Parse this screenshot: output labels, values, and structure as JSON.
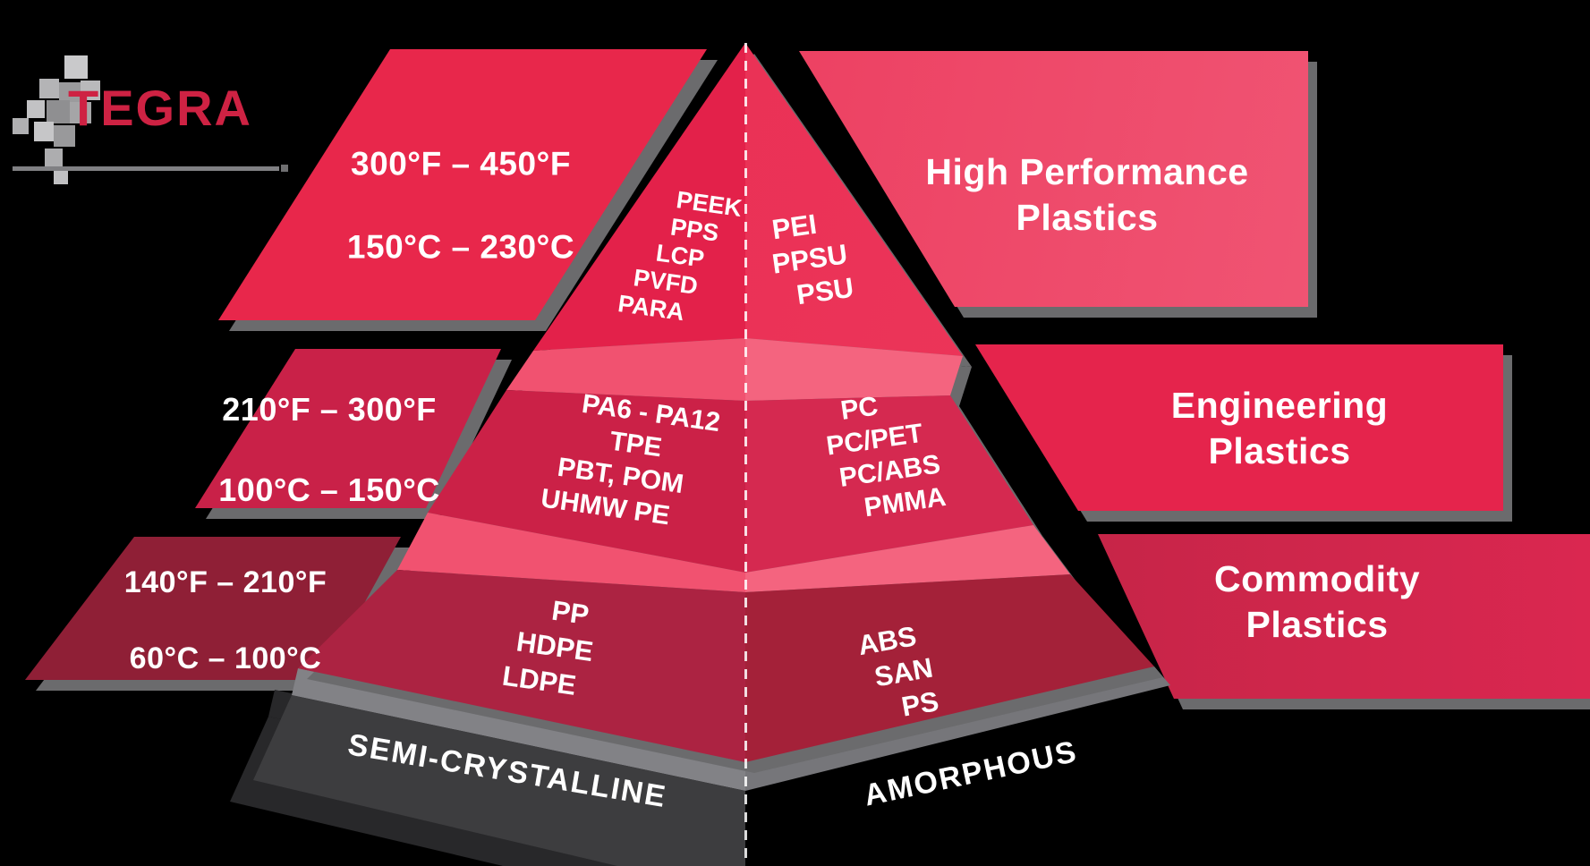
{
  "logo": {
    "text": "TEGRA",
    "color": "#CE2243"
  },
  "pyramid": {
    "base": {
      "left_label": "SEMI-CRYSTALLINE",
      "right_label": "AMORPHOUS"
    },
    "tiers": [
      {
        "name": "high-performance",
        "temp_f": "300°F – 450°F",
        "temp_c": "150°C – 230°C",
        "banner": "High Performance Plastics",
        "left_materials": [
          "PEEK",
          "PPS",
          "LCP",
          "PVFD",
          "PARA"
        ],
        "right_materials": [
          "PEI",
          "PPSU",
          "PSU"
        ]
      },
      {
        "name": "engineering",
        "temp_f": "210°F – 300°F",
        "temp_c": "100°C – 150°C",
        "banner": "Engineering Plastics",
        "left_materials": [
          "PA6 - PA12",
          "TPE",
          "PBT, POM",
          "UHMW PE"
        ],
        "right_materials": [
          "PC",
          "PC/PET",
          "PC/ABS",
          "PMMA"
        ]
      },
      {
        "name": "commodity",
        "temp_f": "140°F – 210°F",
        "temp_c": "60°C – 100°C",
        "banner": "Commodity Plastics",
        "left_materials": [
          "PP",
          "HDPE",
          "LDPE"
        ],
        "right_materials": [
          "ABS",
          "SAN",
          "PS"
        ]
      }
    ]
  },
  "colors": {
    "bright_crimson": "#E8274B",
    "tier1_left": "#E3214A",
    "tier1_right": "#EC3358",
    "pink_band_left": "#F15270",
    "pink_band_right": "#F4647F",
    "tier2_left": "#CB2147",
    "tier2_right": "#D52950",
    "tier3_left": "#AC2342",
    "tier3_right": "#A42139",
    "temp2_bg": "#C92148",
    "temp3_bg": "#8F1F36",
    "commodity_gradient_start": "#9C2036",
    "commodity_gradient_end": "#DA2750",
    "hp_gradient_start": "#E8274B",
    "hp_gradient_end": "#F2607E",
    "base_band_left": "#828286",
    "base_band_right": "#76767A",
    "base_dark": "#3D3D3F",
    "shadow_gray": "#6B6B6D",
    "text_white": "#FFFFFF"
  }
}
